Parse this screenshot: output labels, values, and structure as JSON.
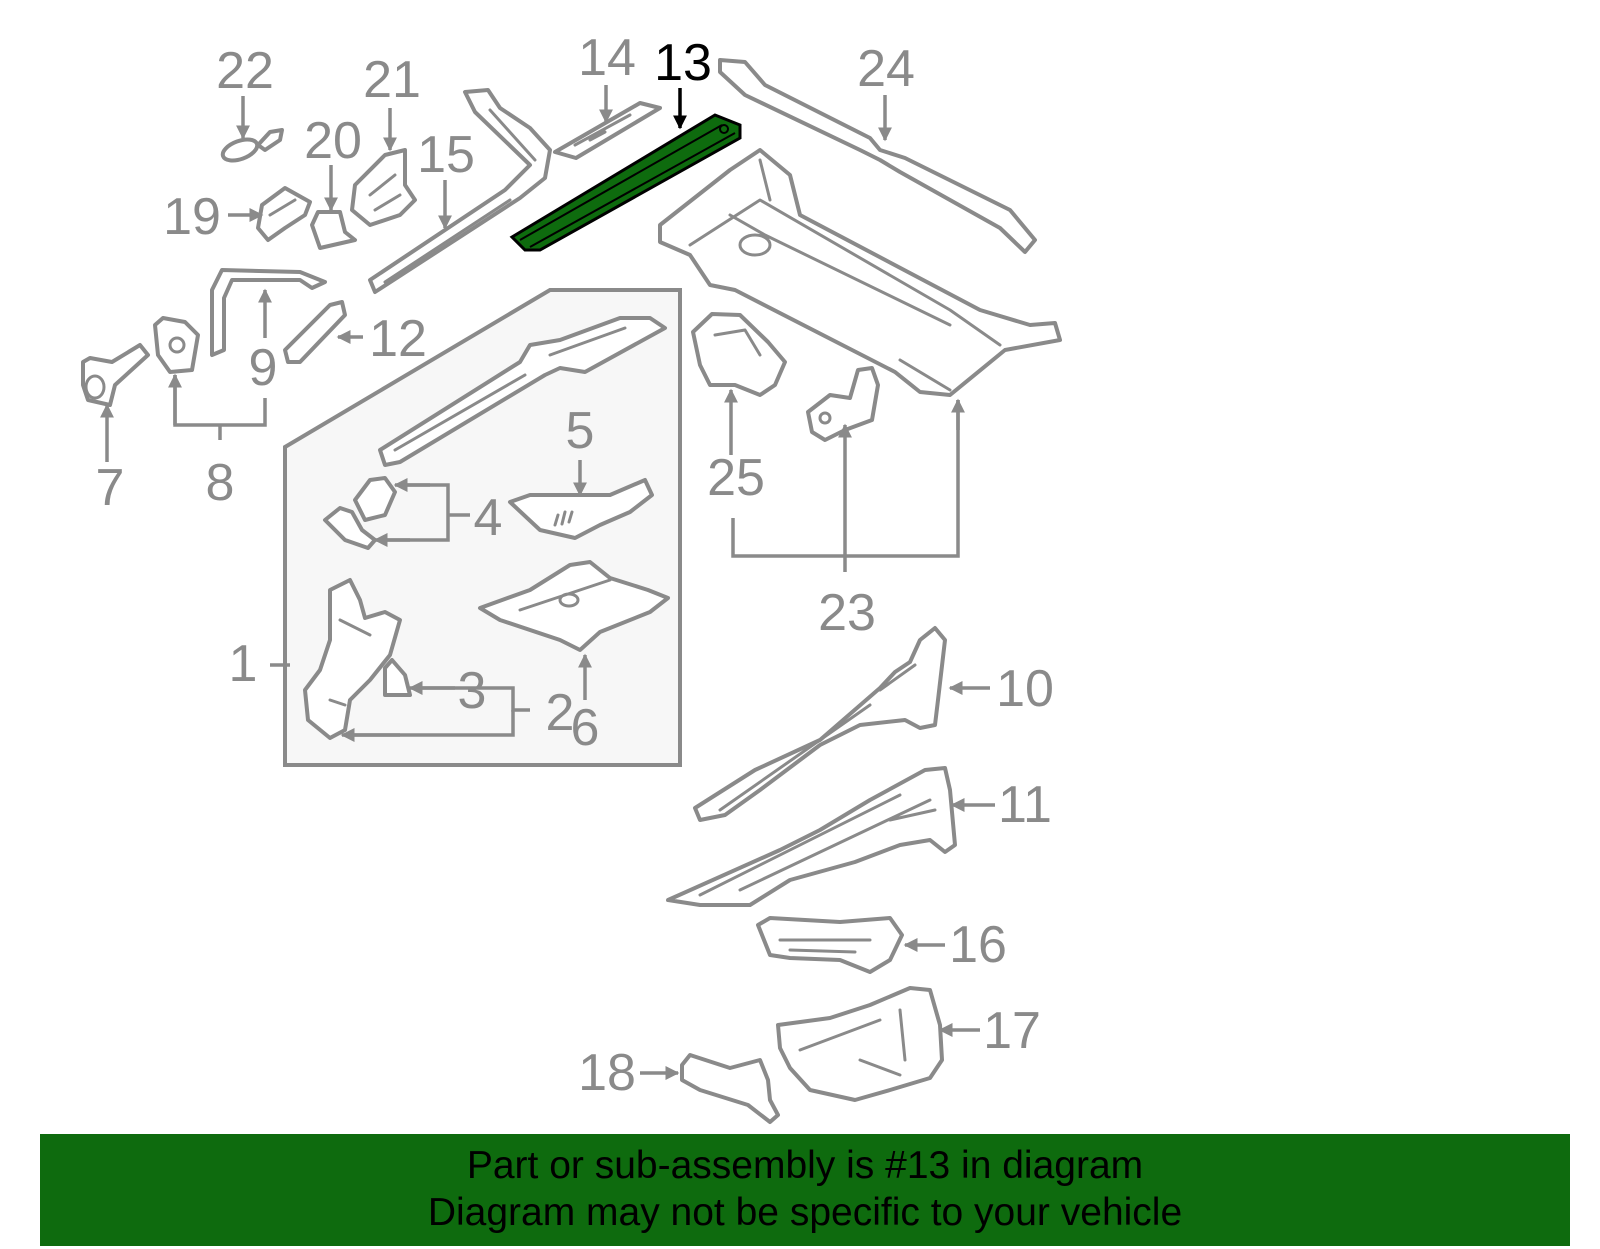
{
  "diagram": {
    "callouts": [
      {
        "id": "c1",
        "text": "1"
      },
      {
        "id": "c2",
        "text": "2"
      },
      {
        "id": "c3",
        "text": "3"
      },
      {
        "id": "c4",
        "text": "4"
      },
      {
        "id": "c5",
        "text": "5"
      },
      {
        "id": "c6",
        "text": "6"
      },
      {
        "id": "c7",
        "text": "7"
      },
      {
        "id": "c8",
        "text": "8"
      },
      {
        "id": "c9",
        "text": "9"
      },
      {
        "id": "c10",
        "text": "10"
      },
      {
        "id": "c11",
        "text": "11"
      },
      {
        "id": "c12",
        "text": "12"
      },
      {
        "id": "c13",
        "text": "13"
      },
      {
        "id": "c14",
        "text": "14"
      },
      {
        "id": "c15",
        "text": "15"
      },
      {
        "id": "c16",
        "text": "16"
      },
      {
        "id": "c17",
        "text": "17"
      },
      {
        "id": "c18",
        "text": "18"
      },
      {
        "id": "c19",
        "text": "19"
      },
      {
        "id": "c20",
        "text": "20"
      },
      {
        "id": "c21",
        "text": "21"
      },
      {
        "id": "c22",
        "text": "22"
      },
      {
        "id": "c23",
        "text": "23"
      },
      {
        "id": "c24",
        "text": "24"
      },
      {
        "id": "c25",
        "text": "25"
      }
    ],
    "highlighted_part": "13",
    "highlight_color": "#0e6b0e",
    "line_color": "#8a8a8a"
  },
  "banner": {
    "line1": "Part or sub-assembly is #13 in diagram",
    "line2": "Diagram may not be specific to your vehicle",
    "background": "#0e6b0e"
  }
}
